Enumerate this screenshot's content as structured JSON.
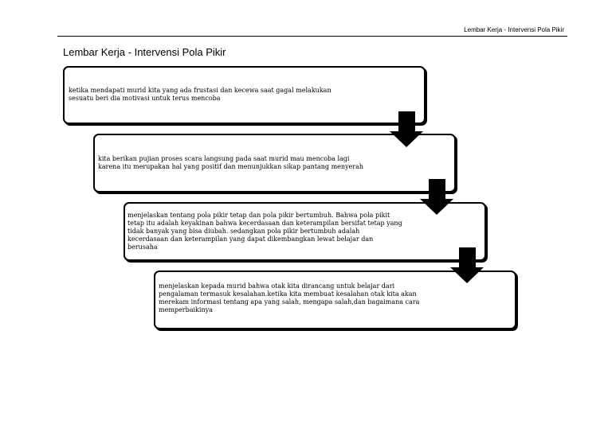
{
  "header": {
    "running_title": "Lembar Kerja - Intervensi Pola Pikir"
  },
  "title": "Lembar Kerja - Intervensi Pola Pikir",
  "steps": [
    {
      "text": "ketika mendapati murid kita yang ada frustasi dan kecewa saat gagal melakukan\nsesuatu beri dia motivasi untuk terus mencoba"
    },
    {
      "text": "kita berikan pujian proses scara langsung pada saat murid mau mencoba lagi\nkarena itu merupakan hal yang positif dan menunjukkan sikap pantang menyerah"
    },
    {
      "text": "menjelaskan tentang pola pikir tetap dan pola pikir bertumbuh. Bahwa pola pikit\ntetap itu adalah keyakinan bahwa kecerdasaan dan keterampilan bersifat tetap yang\ntidak  banyak yang bisa diubah. sedangkan pola pikir bertumbuh adalah\nkecerdasaan dan keterampilan yang dapat dikembangkan lewat belajar dan\nberusaha"
    },
    {
      "text": "menjelaskan kepada murid bahwa otak kita dirancang untuk belajar dari\npengalaman  termasuk kesalahan.ketika kita membuat kesalahan otak kita akan\nmerekam informasi tentang apa yang salah, mengapa salah,dan bagaimana cara\nmemperbaikinya"
    }
  ],
  "colors": {
    "ink": "#000000",
    "background": "#ffffff"
  }
}
